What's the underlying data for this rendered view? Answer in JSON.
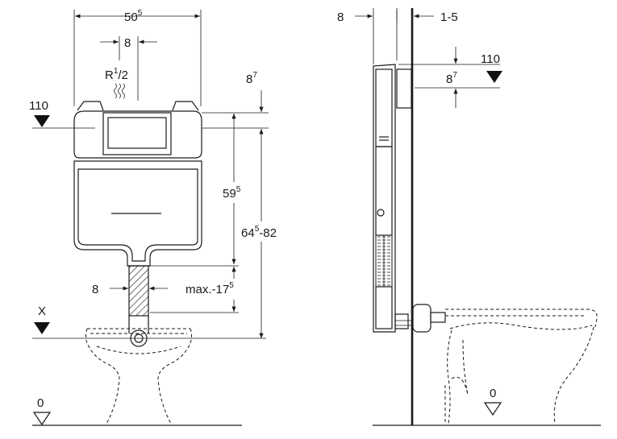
{
  "front_view": {
    "width_main": "50",
    "width_sup": "5",
    "inlet_width": "8",
    "inlet_thread_main": "R",
    "inlet_thread_sup": "1",
    "inlet_thread_sub": "/2",
    "level_top": "110",
    "top_offset_main": "8",
    "top_offset_sup": "7",
    "height_tank_main": "59",
    "height_tank_sup": "5",
    "height_total_main": "64",
    "height_total_sup": "5",
    "height_total_rest": "-82",
    "pipe_width": "8",
    "pipe_max_main": "max.-17",
    "pipe_max_sup": "5",
    "level_x": "X",
    "floor_level": "0"
  },
  "side_view": {
    "depth": "8",
    "wall_gap": "1-5",
    "level_top": "110",
    "top_offset_main": "8",
    "top_offset_sup": "7",
    "floor_level": "0"
  }
}
